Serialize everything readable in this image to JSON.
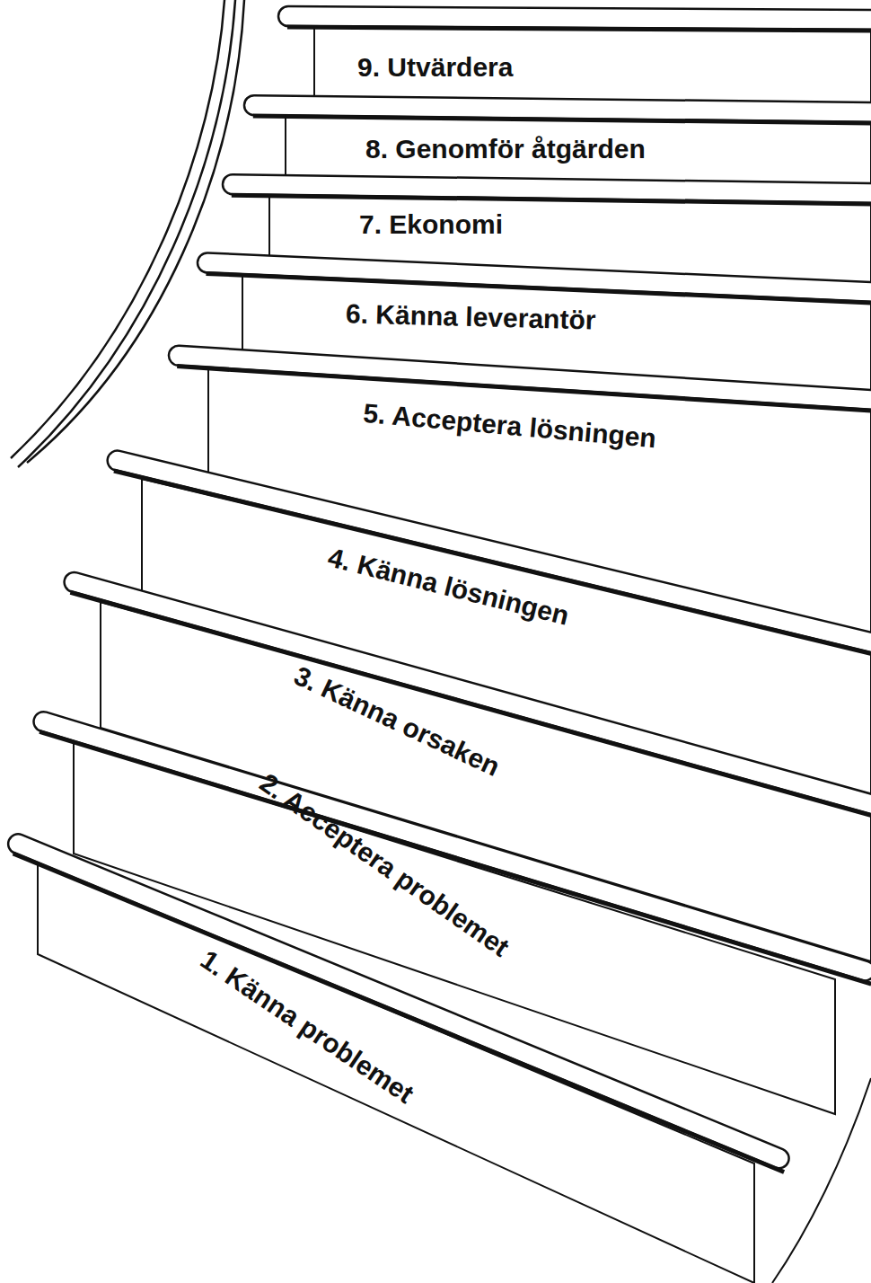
{
  "diagram": {
    "nodes": [
      {
        "text": [
          "1. Känna problemet"
        ]
      },
      {
        "text": [
          "2. Acceptera problemet"
        ]
      },
      {
        "text": [
          "3. Känna orsaken"
        ]
      },
      {
        "text": [
          "4. Känna lösningen"
        ]
      },
      {
        "text": [
          "5. Acceptera lösningen"
        ]
      },
      {
        "text": [
          "6. Känna leverantör"
        ]
      },
      {
        "text": [
          "7. Ekonomi"
        ]
      },
      {
        "text": [
          "8. Genomför åtgärden"
        ]
      },
      {
        "text": [
          "9. Utvärdera"
        ]
      }
    ]
  }
}
